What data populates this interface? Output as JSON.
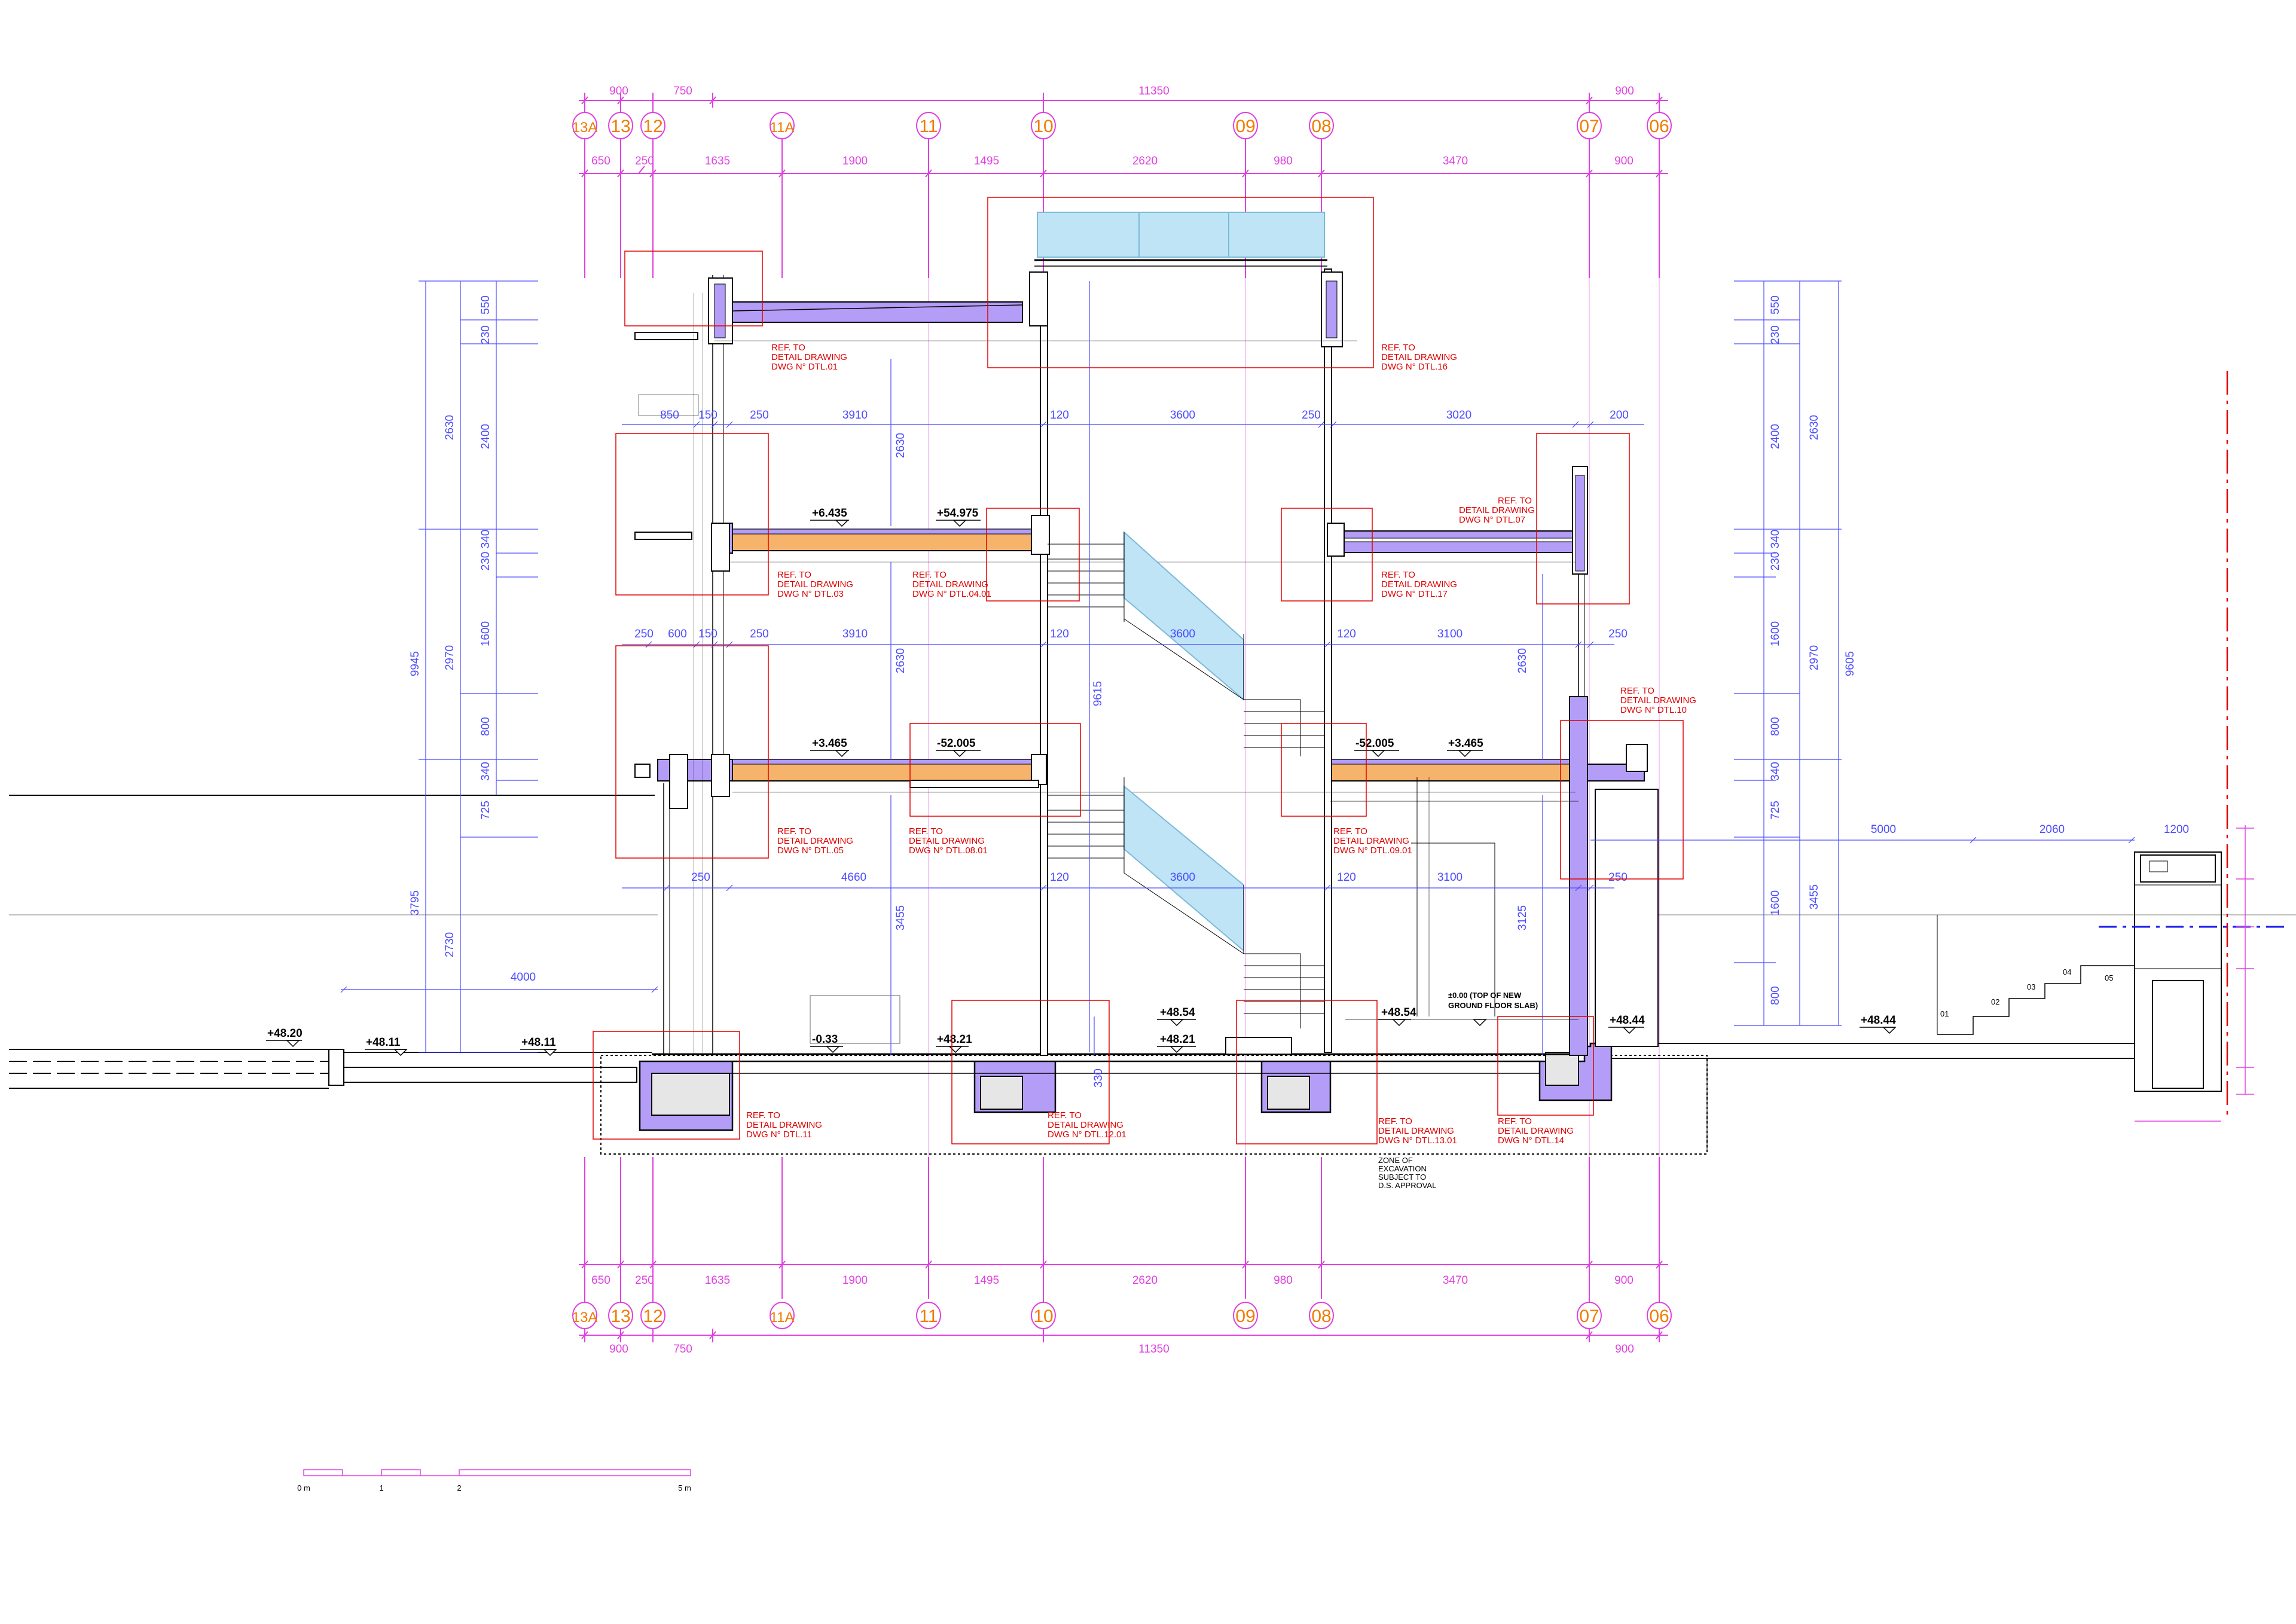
{
  "grid": {
    "labels": [
      "13A",
      "13",
      "12",
      "11A",
      "11",
      "10",
      "09",
      "08",
      "07",
      "06"
    ],
    "top_overall": {
      "d1": "900",
      "d2": "750",
      "d3": "11350",
      "d4": "900"
    },
    "top_bays": [
      "650",
      "250",
      "1635",
      "1900",
      "1495",
      "2620",
      "980",
      "3470",
      "900"
    ],
    "bottom_bays": [
      "650",
      "250",
      "1635",
      "1900",
      "1495",
      "2620",
      "980",
      "3470",
      "900"
    ],
    "bottom_overall": {
      "d1": "900",
      "d2": "750",
      "d3": "11350",
      "d4": "900"
    }
  },
  "colors": {
    "grid_pink": "#e040e0",
    "grid_orange": "#f07d00",
    "dim_blue": "#4b4bff",
    "ref_red": "#e00000",
    "slab_purple": "#b39df7",
    "floor_orange": "#f6b36b",
    "glass": "#bfe4f6",
    "ground": "#000000"
  },
  "horizontal_dims": {
    "row1": [
      "850",
      "150",
      "250",
      "3910",
      "120",
      "3600",
      "250",
      "3020",
      "200"
    ],
    "row2": [
      "250",
      "600",
      "150",
      "250",
      "3910",
      "120",
      "3600",
      "120",
      "3100",
      "250"
    ],
    "row3": [
      "250",
      "4660",
      "120",
      "3600",
      "120",
      "3100",
      "250"
    ],
    "ground_left": "4000",
    "ground_right": [
      "5000",
      "2060",
      "1200"
    ]
  },
  "vertical_dims": {
    "left_outer": [
      "9945",
      "3795"
    ],
    "left_mid": [
      "2630",
      "2970",
      "2730"
    ],
    "left_inner": [
      "550",
      "230",
      "2400",
      "230 340",
      "1600",
      "800",
      "340",
      "725"
    ],
    "center": [
      "2630",
      "2630",
      "3455",
      "9615",
      "330"
    ],
    "right_center": [
      "2630",
      "3125"
    ],
    "right_inner": [
      "550",
      "230",
      "2400",
      "230 340",
      "1600",
      "800",
      "340",
      "725",
      "1600",
      "800"
    ],
    "right_mid": [
      "2630",
      "2970",
      "3455"
    ],
    "right_outer": "9605"
  },
  "levels": [
    "+6.435",
    "+54.975",
    "+3.465",
    "-52.005",
    "-52.005",
    "+3.465",
    "-0.33",
    "+48.21",
    "+48.54",
    "+48.21",
    "+48.54",
    "+48.44",
    "+48.44",
    "+48.20",
    "+48.11",
    "+48.11"
  ],
  "note_slab": [
    "±0.00 (TOP OF NEW",
    "GROUND FLOOR SLAB)"
  ],
  "refs": [
    [
      "REF. TO",
      "DETAIL DRAWING",
      "DWG N° DTL.01"
    ],
    [
      "REF. TO",
      "DETAIL DRAWING",
      "DWG N° DTL.16"
    ],
    [
      "REF. TO",
      "DETAIL DRAWING",
      "DWG N° DTL.03"
    ],
    [
      "REF. TO",
      "DETAIL DRAWING",
      "DWG N° DTL.04.01"
    ],
    [
      "REF. TO",
      "DETAIL DRAWING",
      "DWG N° DTL.17"
    ],
    [
      "REF. TO",
      "DETAIL DRAWING",
      "DWG N° DTL.07"
    ],
    [
      "REF. TO",
      "DETAIL DRAWING",
      "DWG N° DTL.05"
    ],
    [
      "REF. TO",
      "DETAIL DRAWING",
      "DWG N° DTL.08.01"
    ],
    [
      "REF. TO",
      "DETAIL DRAWING",
      "DWG N° DTL.09.01"
    ],
    [
      "REF. TO",
      "DETAIL DRAWING",
      "DWG N° DTL.10"
    ],
    [
      "REF. TO",
      "DETAIL DRAWING",
      "DWG N° DTL.11"
    ],
    [
      "REF. TO",
      "DETAIL DRAWING",
      "DWG N° DTL.12.01"
    ],
    [
      "REF. TO",
      "DETAIL DRAWING",
      "DWG N° DTL.13.01"
    ],
    [
      "REF. TO",
      "DETAIL DRAWING",
      "DWG N° DTL.14"
    ]
  ],
  "excavation_note": [
    "ZONE OF",
    "EXCAVATION",
    "SUBJECT TO",
    "D.S. APPROVAL"
  ],
  "scale_bar": [
    "0 m",
    "1",
    "2",
    "5 m"
  ],
  "stair_numbers": [
    "01",
    "02",
    "03",
    "04",
    "05"
  ]
}
